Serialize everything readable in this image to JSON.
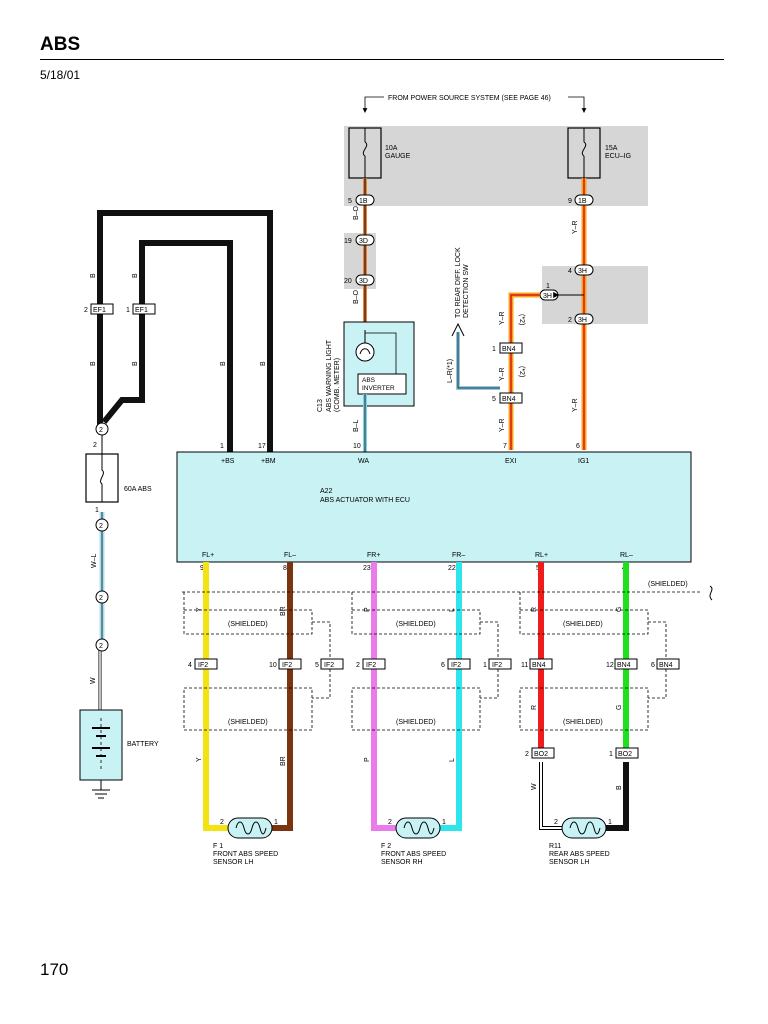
{
  "header": {
    "title": "ABS",
    "date": "5/18/01"
  },
  "footer": {
    "page_number": "170"
  },
  "power_source": "FROM POWER SOURCE SYSTEM (SEE PAGE 46)",
  "fuses": {
    "gauge": {
      "rating": "10A",
      "name": "GAUGE"
    },
    "ecu_ig": {
      "rating": "15A",
      "name": "ECU–IG"
    },
    "abs_main": {
      "label": "60A ABS"
    }
  },
  "wire_colors": {
    "B": "#111111",
    "B_O": "#e8823a",
    "Y_R": "#f2a41e",
    "B_L": "#7fd3e6",
    "L_R": "#8fc6e0",
    "W_L": "#a9dff0",
    "W": "#ffffff",
    "Y": "#f4e313",
    "BR": "#7a3510",
    "P": "#ea7be8",
    "L": "#2ee5ec",
    "R": "#ee1c1c",
    "G": "#1ee01e",
    "accent_wire": "#e21414",
    "ecu_fill": "#c8f2f3",
    "shade": "#d6d6d6"
  },
  "ecu": {
    "id": "A22",
    "name": "ABS ACTUATOR WITH ECU",
    "top_terminals": [
      {
        "label": "+BS",
        "pin": "1"
      },
      {
        "label": "+BM",
        "pin": "17"
      },
      {
        "label": "WA",
        "pin": "10"
      },
      {
        "label": "EXI",
        "pin": "7"
      },
      {
        "label": "IG1",
        "pin": "6"
      }
    ],
    "bottom_terminals": [
      {
        "label": "FL+",
        "pin": "9"
      },
      {
        "label": "FL–",
        "pin": "8"
      },
      {
        "label": "FR+",
        "pin": "23"
      },
      {
        "label": "FR–",
        "pin": "22"
      },
      {
        "label": "RL+",
        "pin": "5"
      },
      {
        "label": "RL–",
        "pin": "4"
      }
    ]
  },
  "meter": {
    "id": "C13",
    "name_line1": "ABS WARNING LIGHT",
    "name_line2": "(COMB. METER)",
    "inverter": "ABS",
    "inverter2": "INVERTER"
  },
  "rear_diff": {
    "line1": "TO REAR DIFF. LOCK",
    "line2": "DETECTION SW",
    "wire": "L–R(*1)"
  },
  "connectors": {
    "c1b_5": {
      "pin": "5",
      "label": "1B"
    },
    "c1b_9": {
      "pin": "9",
      "label": "1B"
    },
    "c3d_19": {
      "pin": "19",
      "label": "3D"
    },
    "c3d_20": {
      "pin": "20",
      "label": "3D"
    },
    "c3h_4": {
      "pin": "4",
      "label": "3H"
    },
    "c3h_1": {
      "pin": "1",
      "label": "3H"
    },
    "c3h_2": {
      "pin": "2",
      "label": "3H"
    },
    "cbn4_1": {
      "pin": "1",
      "label": "BN4"
    },
    "cbn4_5": {
      "pin": "5",
      "label": "BN4"
    },
    "ef1_2": {
      "pin": "2",
      "label": "EF1"
    },
    "ef1_1": {
      "pin": "1",
      "label": "EF1"
    },
    "j_top_pin": "2",
    "fuse_bot_pin": "1",
    "batt_pins": [
      "2",
      "2",
      "2"
    ],
    "if2_4": {
      "pin": "4",
      "label": "IF2"
    },
    "if2_10": {
      "pin": "10",
      "label": "IF2"
    },
    "if2_5": {
      "pin": "5",
      "label": "IF2"
    },
    "if2_2": {
      "pin": "2",
      "label": "IF2"
    },
    "if2_6": {
      "pin": "6",
      "label": "IF2"
    },
    "if2_1": {
      "pin": "1",
      "label": "IF2"
    },
    "bn4_11": {
      "pin": "11",
      "label": "BN4"
    },
    "bn4_12": {
      "pin": "12",
      "label": "BN4"
    },
    "bn4_6": {
      "pin": "6",
      "label": "BN4"
    },
    "bo2_2": {
      "pin": "2",
      "label": "BO2"
    },
    "bo2_1": {
      "pin": "1",
      "label": "BO2"
    }
  },
  "wire_labels": {
    "b_o": "B–O",
    "y_r": "Y–R",
    "y_r_2": "(*2)",
    "b_l": "B–L",
    "b": "B",
    "w_l": "W–L",
    "w": "W",
    "y": "Y",
    "br": "BR",
    "p": "P",
    "l": "L",
    "r": "R",
    "g": "G"
  },
  "shielded": "(SHIELDED)",
  "battery": "BATTERY",
  "sensors": [
    {
      "id": "F 1",
      "line1": "FRONT ABS SPEED",
      "line2": "SENSOR LH",
      "pin_left": "2",
      "pin_right": "1"
    },
    {
      "id": "F 2",
      "line1": "FRONT ABS SPEED",
      "line2": "SENSOR RH",
      "pin_left": "2",
      "pin_right": "1"
    },
    {
      "id": "R11",
      "line1": "REAR ABS SPEED",
      "line2": "SENSOR LH",
      "pin_left": "2",
      "pin_right": "1"
    }
  ]
}
